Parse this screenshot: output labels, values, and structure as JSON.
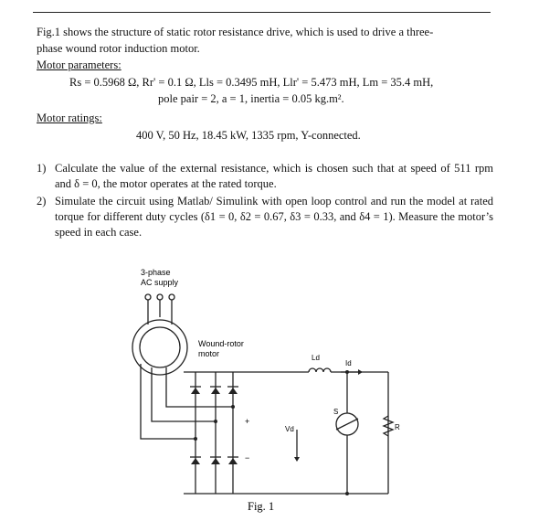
{
  "intro": {
    "line1": "Fig.1 shows the structure of static rotor resistance drive, which is used to drive a three-",
    "line2": "phase wound rotor induction motor."
  },
  "params": {
    "heading": "Motor parameters:",
    "line1": "Rs = 0.5968 Ω, Rr' = 0.1 Ω, Lls = 0.3495 mH, Llr' = 5.473 mH, Lm = 35.4 mH,",
    "line2": "pole pair = 2, a = 1, inertia = 0.05 kg.m²."
  },
  "ratings": {
    "heading": "Motor ratings:",
    "value": "400 V, 50 Hz, 18.45 kW, 1335 rpm, Y-connected."
  },
  "questions": [
    {
      "num": "1)",
      "text": "Calculate the value of the external resistance, which is chosen such that at speed of 511 rpm and δ = 0, the motor operates at the rated torque."
    },
    {
      "num": "2)",
      "text": "Simulate the circuit using Matlab/ Simulink with open loop control and run the model at rated torque for different duty cycles (δ1 = 0, δ2 = 0.67, δ3 = 0.33, and δ4 = 1). Measure the motor’s speed in each case."
    }
  ],
  "figure": {
    "supply_line1": "3-phase",
    "supply_line2": "AC supply",
    "motor_line1": "Wound-rotor",
    "motor_line2": "motor",
    "inductor_label": "Ld",
    "current_label": "Id",
    "voltage_label": "Vd",
    "plus": "+",
    "minus": "−",
    "switch_label": "S",
    "resistor_label": "R",
    "caption": "Fig. 1"
  }
}
